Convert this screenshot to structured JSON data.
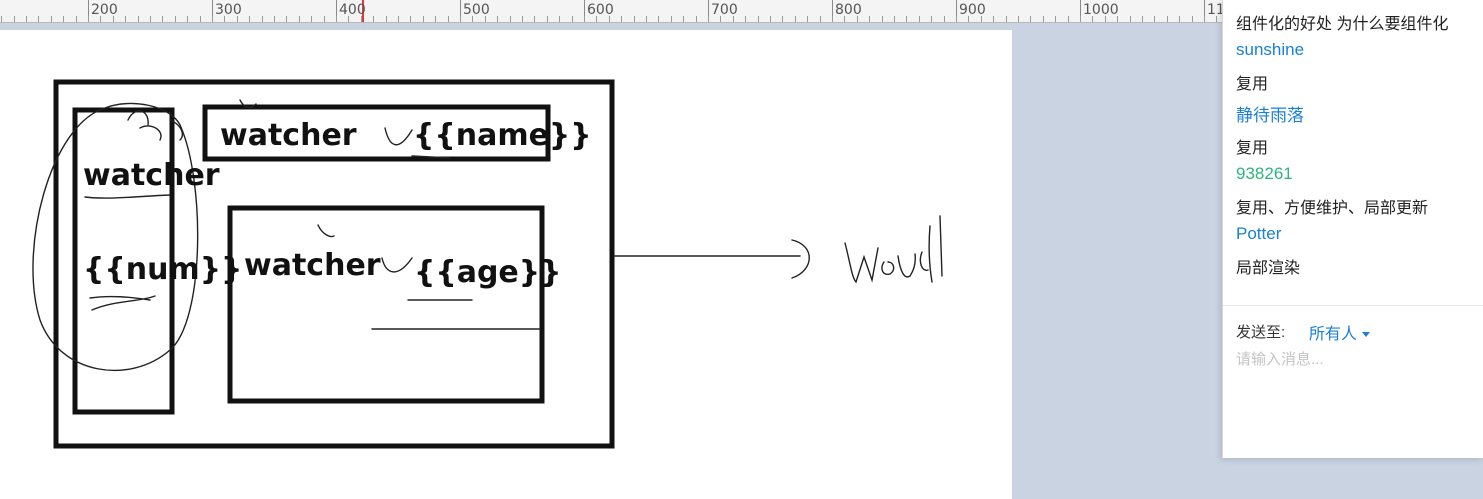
{
  "ruler": {
    "labels": [
      "200",
      "300",
      "400",
      "500",
      "600",
      "700",
      "800",
      "900",
      "1000",
      "11"
    ]
  },
  "canvas": {
    "outer_watcher": "watcher",
    "outer_num": "{{num}}",
    "top_watcher": "watcher",
    "top_name": "{{name}}",
    "bottom_watcher": "watcher",
    "bottom_age": "{{age}}"
  },
  "chat": {
    "messages": [
      {
        "kind": "text",
        "text": "组件化的好处 为什么要组件化"
      },
      {
        "kind": "user",
        "text": "sunshine",
        "color": "#1a7fd6"
      },
      {
        "kind": "text",
        "text": "复用"
      },
      {
        "kind": "user",
        "text": "静待雨落",
        "color": "#1a7fd6"
      },
      {
        "kind": "text",
        "text": "复用"
      },
      {
        "kind": "user",
        "text": "938261",
        "color": "#2fb57c"
      },
      {
        "kind": "text",
        "text": "复用、方便维护、局部更新"
      },
      {
        "kind": "user",
        "text": "Potter",
        "color": "#1a7fd6"
      },
      {
        "kind": "text",
        "text": "局部渲染"
      }
    ],
    "send_to_label": "发送至:",
    "recipient": "所有人",
    "input_placeholder": "请输入消息..."
  }
}
